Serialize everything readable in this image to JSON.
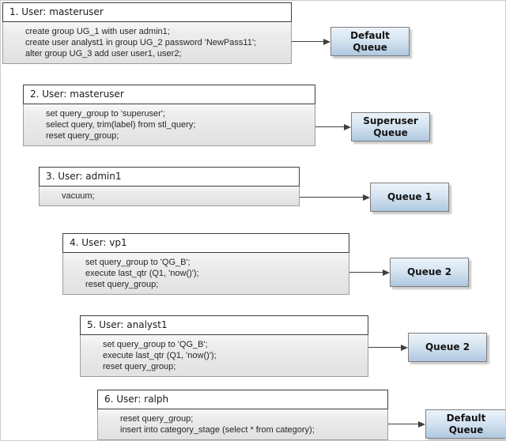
{
  "flows": [
    {
      "title": "1. User: masteruser",
      "lines": [
        "create group UG_1 with user admin1;",
        "create user analyst1 in group UG_2 password 'NewPass11';",
        "alter group UG_3 add user user1, user2;"
      ],
      "queue": "Default Queue"
    },
    {
      "title": "2. User: masteruser",
      "lines": [
        "set query_group to 'superuser';",
        "select query, trim(label) from stl_query;",
        "reset query_group;"
      ],
      "queue": "Superuser Queue"
    },
    {
      "title": "3. User: admin1",
      "lines": [
        "vacuum;"
      ],
      "queue": "Queue 1"
    },
    {
      "title": "4. User: vp1",
      "lines": [
        "set query_group to 'QG_B';",
        "execute last_qtr (Q1, 'now()');",
        "reset query_group;"
      ],
      "queue": "Queue 2"
    },
    {
      "title": "5. User: analyst1",
      "lines": [
        "set query_group to 'QG_B';",
        "execute last_qtr (Q1, 'now()');",
        "reset query_group;"
      ],
      "queue": "Queue 2"
    },
    {
      "title": "6. User: ralph",
      "lines": [
        "reset query_group;",
        "insert into category_stage (select * from category);"
      ],
      "queue": "Default Queue"
    }
  ],
  "colors": {
    "queue_fill_top": "#ebf3fa",
    "queue_fill_bottom": "#afc8e0",
    "queue_border": "#7e7e7e",
    "flow_title_border": "#3d3d3d",
    "flow_body_fill": "#ececec",
    "flow_body_border": "#9d9d9d",
    "arrow": "#3f3f3f"
  }
}
